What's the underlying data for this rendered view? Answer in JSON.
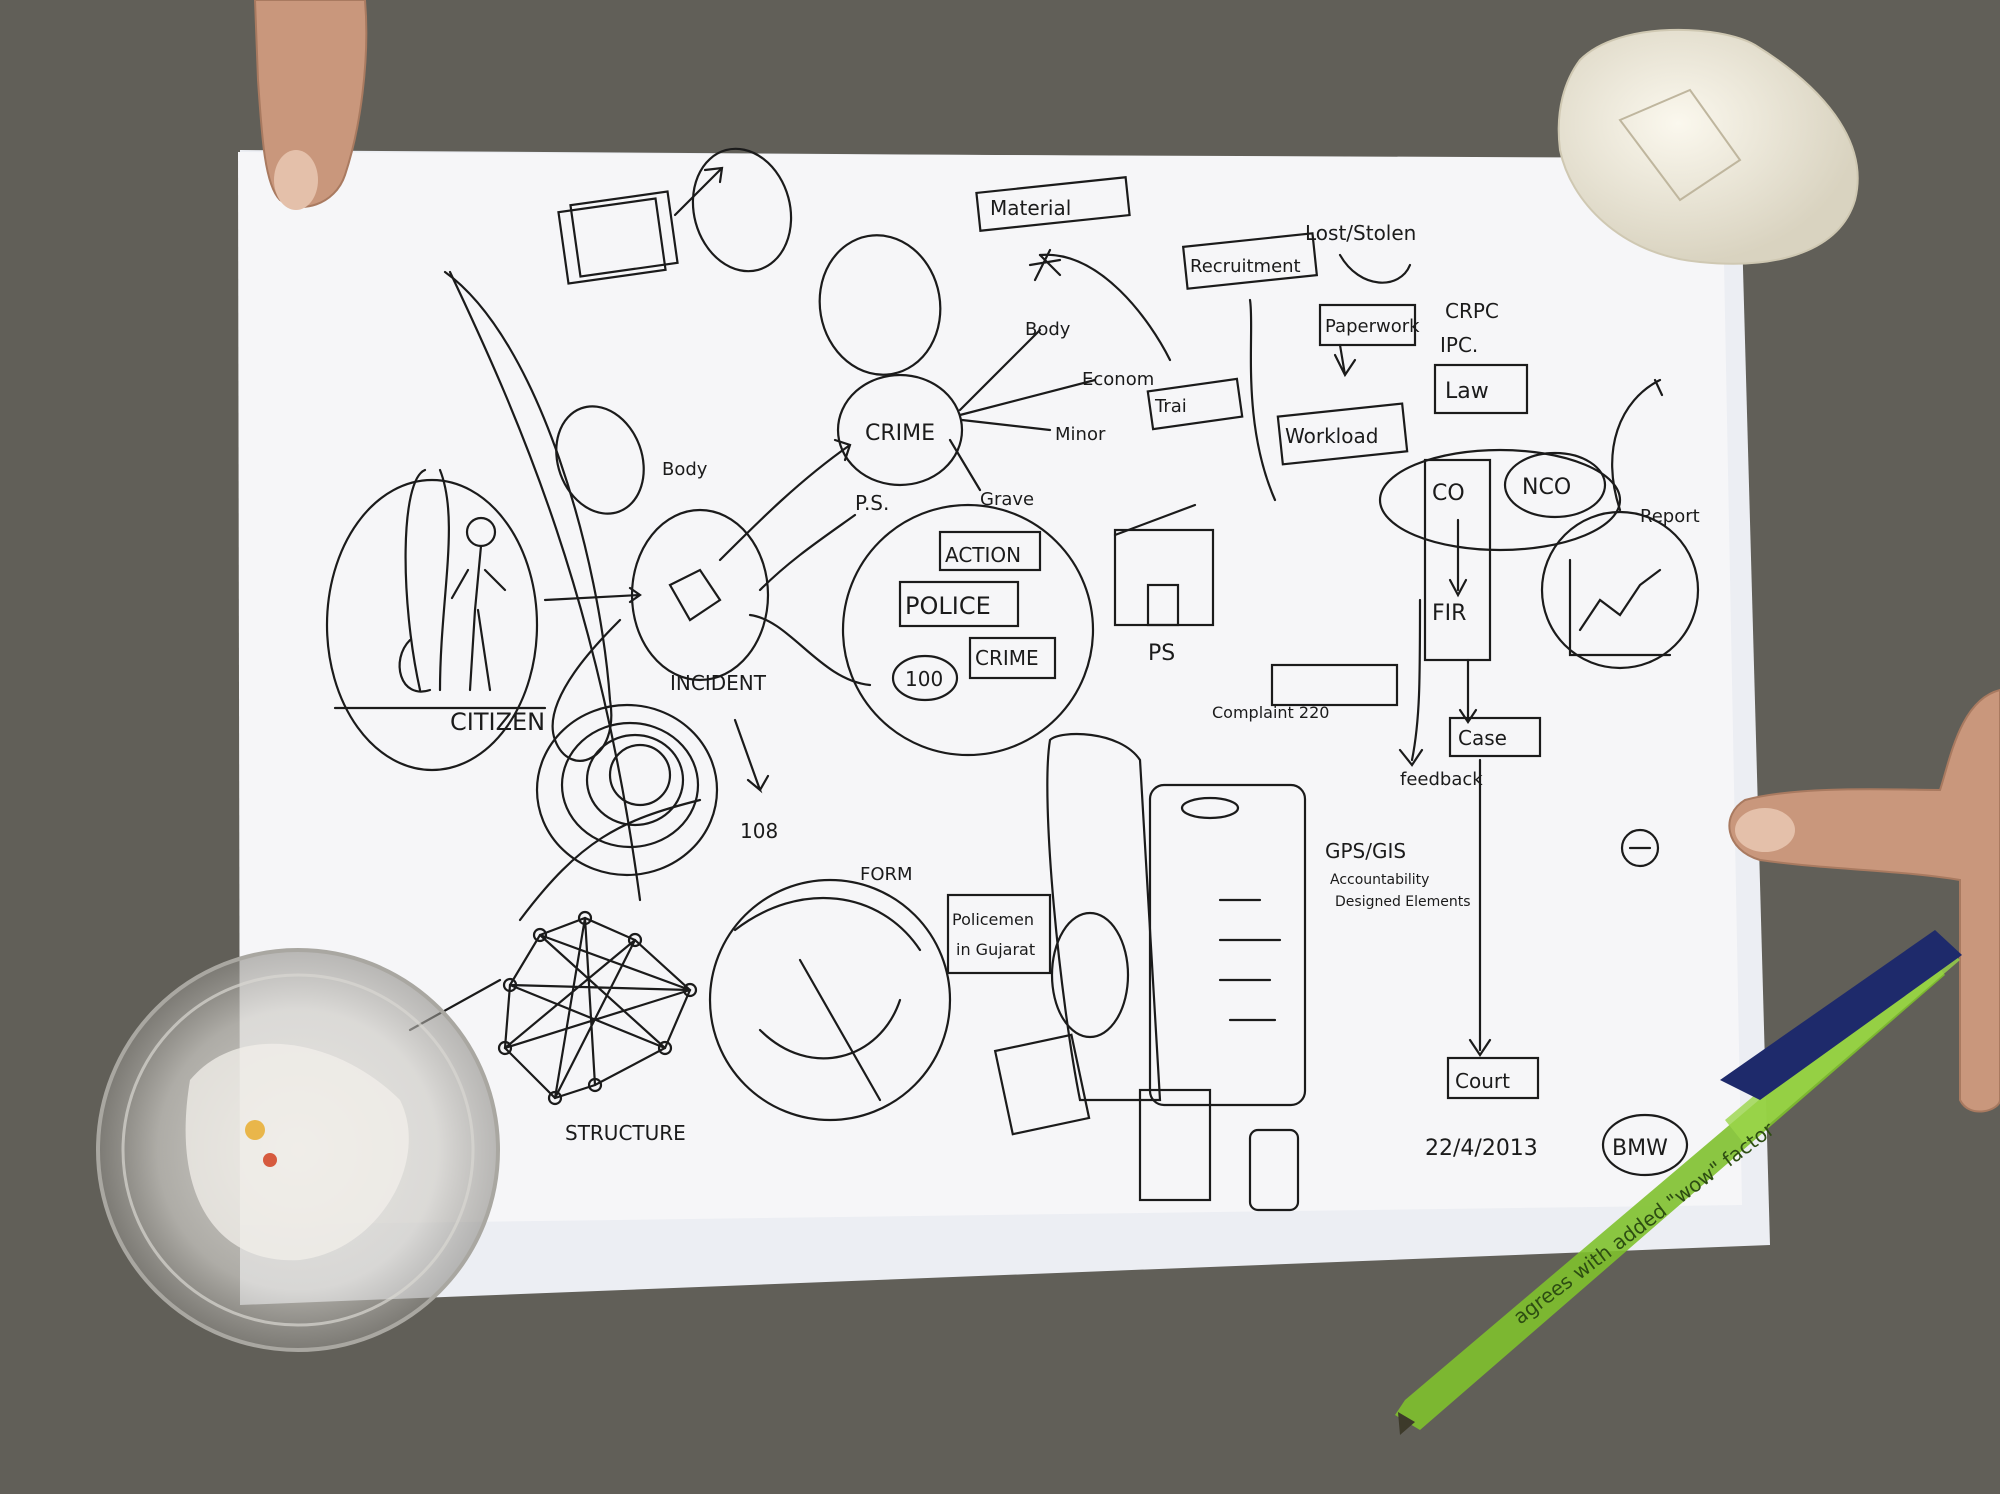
{
  "scene": {
    "title": "Hand-drawn mind map sketch on paper",
    "colors": {
      "floor": "#5e5c55",
      "paper": "#f6f6f8",
      "ink": "#1b1b1b",
      "pen_green": "#7fc12e",
      "pen_cap": "#1e2a6b",
      "skin": "#c9977c"
    }
  },
  "labels": {
    "citizen": "CITIZEN",
    "incident": "INCIDENT",
    "crime": "CRIME",
    "ps_small": "P.S.",
    "police": "POLICE",
    "action": "ACTION",
    "crime_box": "CRIME",
    "num_100": "100",
    "ps_building": "PS",
    "material": "Material",
    "body_branch": "Body",
    "econom_branch": "Econom",
    "minor_branch": "Minor",
    "grave_branch": "Grave",
    "body_top": "Body",
    "recruitment": "Recruitment",
    "lost_stolen": "Lost/Stolen",
    "paperwork": "Paperwork",
    "crpc": "CRPC",
    "ipc": "IPC.",
    "law": "Law",
    "training": "Trai",
    "workload": "Workload",
    "co": "CO",
    "nco": "NCO",
    "fir": "FIR",
    "report": "Report",
    "complaint": "Complaint 220",
    "case": "Case",
    "feedback": "feedback",
    "court": "Court",
    "num_108": "108",
    "form": "FORM",
    "policemen": "Policemen",
    "in_gujarat": "in Gujarat",
    "gps_gis": "GPS/GIS",
    "accountability": "Accountability",
    "designed_elements": "Designed Elements",
    "structure": "STRUCTURE",
    "date": "22/4/2013",
    "bmw": "BMW",
    "pen_text": "agrees with added \"wow\" factor"
  }
}
